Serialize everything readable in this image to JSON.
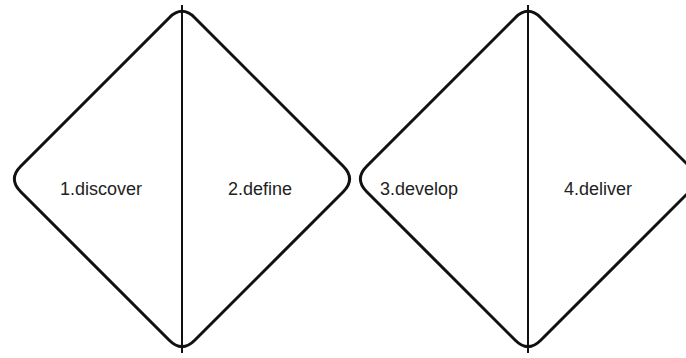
{
  "diagram": {
    "nodes": [
      {
        "text": [
          "1.discover",
          "2.define"
        ]
      },
      {
        "text": [
          "3.develop",
          "4.deliver"
        ]
      }
    ]
  }
}
